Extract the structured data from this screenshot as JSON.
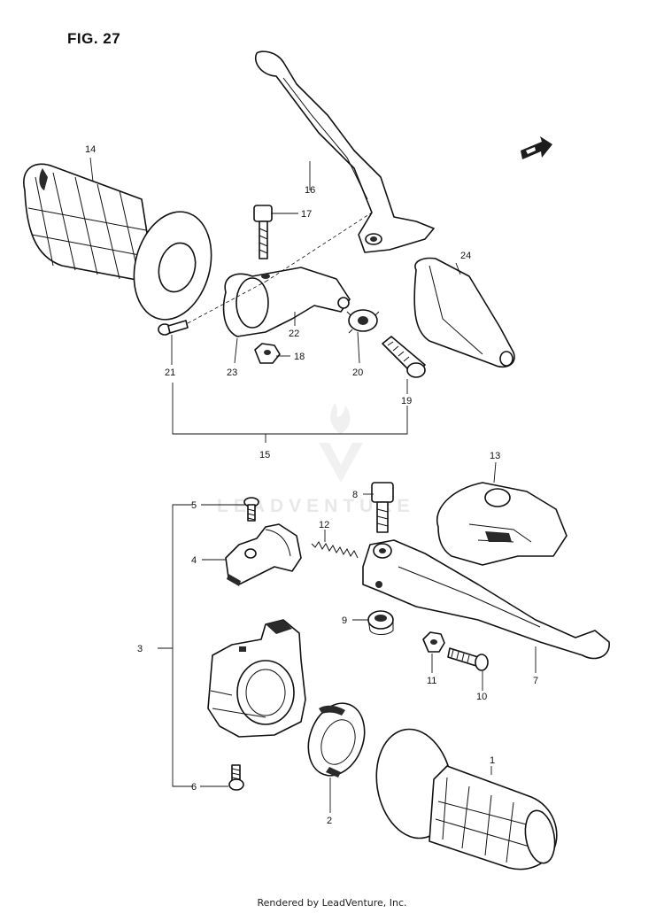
{
  "figure": {
    "title": "FIG. 27"
  },
  "footer": {
    "text": "Rendered by LeadVenture, Inc."
  },
  "watermark": {
    "text": "LEADVENTURE"
  },
  "direction_badge": {
    "icon": "front-arrow-icon"
  },
  "callouts": {
    "c1": "1",
    "c2": "2",
    "c3": "3",
    "c4": "4",
    "c5": "5",
    "c6": "6",
    "c7": "7",
    "c8": "8",
    "c9": "9",
    "c10": "10",
    "c11": "11",
    "c12": "12",
    "c13": "13",
    "c14": "14",
    "c15": "15",
    "c16": "16",
    "c17": "17",
    "c18": "18",
    "c19": "19",
    "c20": "20",
    "c21": "21",
    "c22": "22",
    "c23": "23",
    "c24": "24"
  }
}
